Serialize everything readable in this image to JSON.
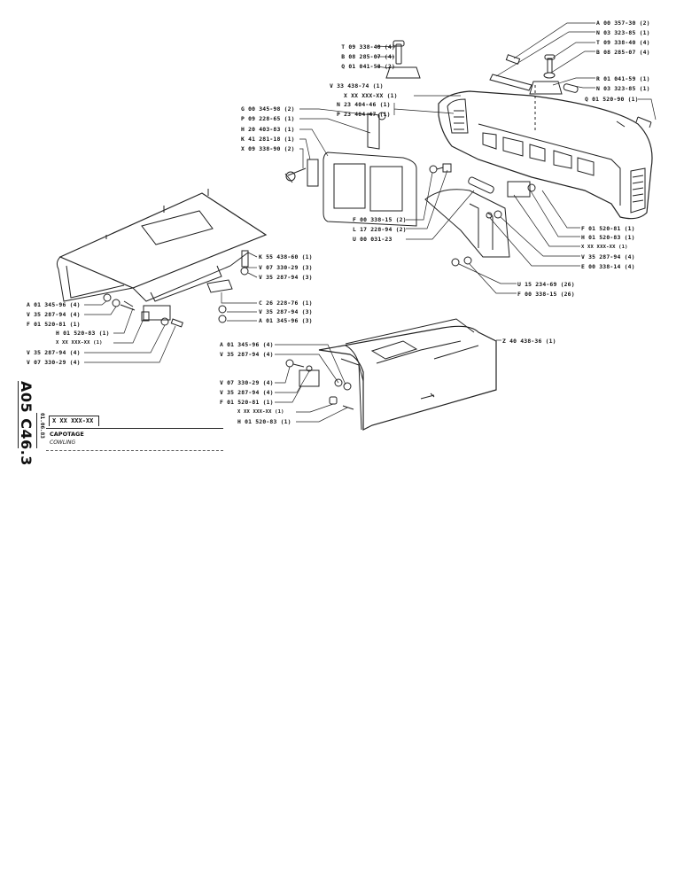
{
  "document": {
    "sheet_code": "A05 C46.3",
    "date": "01.06.83",
    "part_ref_box": "X XX XXX-XX",
    "title_fr": "CAPOTAGE",
    "title_en": "COWLING"
  },
  "callouts": {
    "top_right": [
      {
        "text": "A 00 357-30 (2)"
      },
      {
        "text": "N 03 323-85 (1)"
      },
      {
        "text": "T 09 338-40 (4)"
      },
      {
        "text": "B 08 285-07 (4)"
      },
      {
        "text": "R 01 041-59 (1)"
      },
      {
        "text": "N 03 323-85 (1)"
      },
      {
        "text": "Q 01 520-90 (1)"
      }
    ],
    "top_center": [
      {
        "text": "T 09 338-40 (4)"
      },
      {
        "text": "B 08 285-07 (4)"
      },
      {
        "text": "Q 01 041-58 (2)"
      }
    ],
    "middle_group": [
      {
        "text": "V 33 438-74 (1)"
      },
      {
        "text": "X XX XXX-XX (1)"
      },
      {
        "text": "N 23 404-46 (1)"
      },
      {
        "text": "P 23 404-47 (1)"
      }
    ],
    "left_upper": [
      {
        "text": "G 00 345-98 (2)"
      },
      {
        "text": "P 09 228-65 (1)"
      },
      {
        "text": "H 20 403-83 (1)"
      },
      {
        "text": "K 41 281-18 (1)"
      },
      {
        "text": "X 09 338-90 (2)"
      }
    ],
    "center_lower": [
      {
        "text": "F 00 338-15 (2)"
      },
      {
        "text": "L 17 228-94 (2)"
      },
      {
        "text": "U 00 031-23"
      }
    ],
    "right_lower": [
      {
        "text": "F 01 520-81 (1)"
      },
      {
        "text": "H 01 520-83 (1)"
      },
      {
        "text": "X XX XXX-XX (1)"
      },
      {
        "text": "V 35 287-94 (4)"
      },
      {
        "text": "E 00 338-14 (4)"
      }
    ],
    "bottom_bolts": [
      {
        "text": "U 15 234-69 (26)"
      },
      {
        "text": "F 00 338-15 (26)"
      }
    ],
    "left_panel_right": [
      {
        "text": "K 55 438-60 (1)"
      },
      {
        "text": "V 07 330-29 (3)"
      },
      {
        "text": "V 35 287-94 (3)"
      },
      {
        "text": "C 26 228-76 (1)"
      },
      {
        "text": "V 35 287-94 (3)"
      },
      {
        "text": "A 01 345-96 (3)"
      }
    ],
    "left_panel_left": [
      {
        "text": "A 01 345-96 (4)"
      },
      {
        "text": "V 35 287-94 (4)"
      },
      {
        "text": "F 01 520-81 (1)"
      },
      {
        "text": "H 01 520-83 (1)"
      },
      {
        "text": "X XX XXX-XX (1)"
      },
      {
        "text": "V 35 287-94 (4)"
      },
      {
        "text": "V 07 330-29 (4)"
      }
    ],
    "rear_cover": [
      {
        "text": "Z 40 438-36 (1)"
      },
      {
        "text": "A 01 345-96 (4)"
      },
      {
        "text": "V 35 287-94 (4)"
      },
      {
        "text": "V 07 330-29 (4)"
      },
      {
        "text": "V 35 287-94 (4)"
      },
      {
        "text": "F 01 520-81 (1)"
      },
      {
        "text": "X XX XXX-XX (1)"
      },
      {
        "text": "H 01 520-83 (1)"
      }
    ]
  }
}
